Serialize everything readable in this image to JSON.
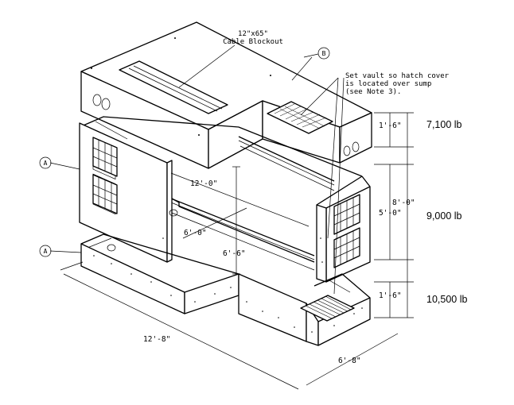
{
  "callouts": {
    "blockout": [
      "12\"x65\"",
      "Cable Blockout"
    ],
    "note": [
      "Set vault so hatch cover",
      "is located over sump",
      "(see Note 3)."
    ]
  },
  "tags": {
    "a_upper": "A",
    "a_lower": "A",
    "b": "B"
  },
  "dimensions": {
    "top_height": "1'-6\"",
    "overall_height": "8'-0\"",
    "mid_height": "5'-0\"",
    "base_height": "1'-6\"",
    "inner_length": "12'-0\"",
    "inner_width": "6'-0\"",
    "inner_height": "6'-6\"",
    "outer_length": "12'-8\"",
    "outer_width": "6'-8\""
  },
  "weights": {
    "top": "7,100 lb",
    "middle": "9,000 lb",
    "base": "10,500 lb"
  }
}
